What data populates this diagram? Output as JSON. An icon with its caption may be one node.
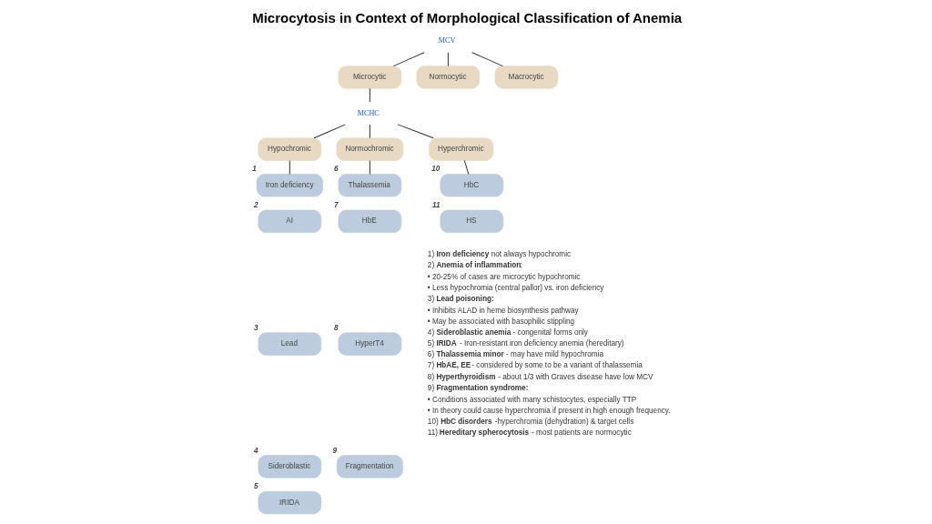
{
  "diagram": {
    "title": "Microcytosis in Context of Morphological Classification of Anemia",
    "nodes": [
      {
        "text": [
          "MCV"
        ]
      },
      {
        "text": [
          "Microcytic"
        ]
      },
      {
        "text": [
          "Normocytic"
        ]
      },
      {
        "text": [
          "Macrocytic"
        ]
      },
      {
        "text": [
          "MCHC"
        ]
      },
      {
        "text": [
          "Hypochromic"
        ]
      },
      {
        "text": [
          "Normochromic"
        ]
      },
      {
        "text": [
          "Hyperchromic"
        ]
      },
      {
        "text": [
          "Iron deficiency"
        ],
        "beside": [
          "1"
        ]
      },
      {
        "text": [
          "AI"
        ],
        "beside": [
          "2"
        ]
      },
      {
        "text": [
          "Lead"
        ],
        "beside": [
          "3"
        ]
      },
      {
        "text": [
          "Sideroblastic"
        ],
        "beside": [
          "4"
        ]
      },
      {
        "text": [
          "IRIDA"
        ],
        "beside": [
          "5"
        ]
      },
      {
        "text": [
          "Thalassemia"
        ],
        "beside": [
          "6"
        ]
      },
      {
        "text": [
          "HbE"
        ],
        "beside": [
          "7"
        ]
      },
      {
        "text": [
          "HyperT4"
        ],
        "beside": [
          "8"
        ]
      },
      {
        "text": [
          "Fragmentation"
        ],
        "beside": [
          "9"
        ]
      },
      {
        "text": [
          "HbC"
        ],
        "beside": [
          "10"
        ]
      },
      {
        "text": [
          "HS"
        ],
        "beside": [
          "11"
        ]
      }
    ],
    "edges": [
      {
        "from": 0,
        "to": 1,
        "arrow": "none"
      },
      {
        "from": 0,
        "to": 2,
        "arrow": "none"
      },
      {
        "from": 0,
        "to": 3,
        "arrow": "none"
      },
      {
        "from": 1,
        "to": 4,
        "arrow": "none"
      },
      {
        "from": 4,
        "to": 5,
        "arrow": "none"
      },
      {
        "from": 4,
        "to": 6,
        "arrow": "none"
      },
      {
        "from": 4,
        "to": 7,
        "arrow": "none"
      },
      {
        "from": 5,
        "to": 8,
        "arrow": "none"
      },
      {
        "from": 6,
        "to": 13,
        "arrow": "none"
      },
      {
        "from": 7,
        "to": 17,
        "arrow": "none"
      }
    ],
    "labels": [
      "1) **Iron deficiency** not always hypochromic",
      "2) **Anemia of inflammation**:",
      "• 20-25% of cases are microcytic hypochromic",
      "• Less hypochromia (central pallor) vs. iron deficiency",
      "3) **Lead poisoning:**",
      "• Inhibits ALAD in heme biosynthesis pathway",
      "• May be associated with basophilic stippling",
      "4) **Sideroblastic anemia** - congenital forms only",
      "5) **IRIDA** - Iron-resistant iron deficiency anemia (hereditary)",
      "6) **Thalassemia minor** - may have mild hypochromia",
      "7) **HbAE, EE**- considered by some to be a variant of thalassemia",
      "8) **Hyperthyroidism** - about 1/3 with Graves disease have low MCV",
      "9) **Fragmentation syndrome:**",
      "• Conditions associated with many schistocytes, especially TTP",
      "• In theory could cause hyperchromia if present in high enough frequency.",
      "10) **HbC disorders** -hyperchromia (dehydration) & target cells",
      "11) **Hereditary spherocytosis** - most patients are normocytic"
    ]
  }
}
